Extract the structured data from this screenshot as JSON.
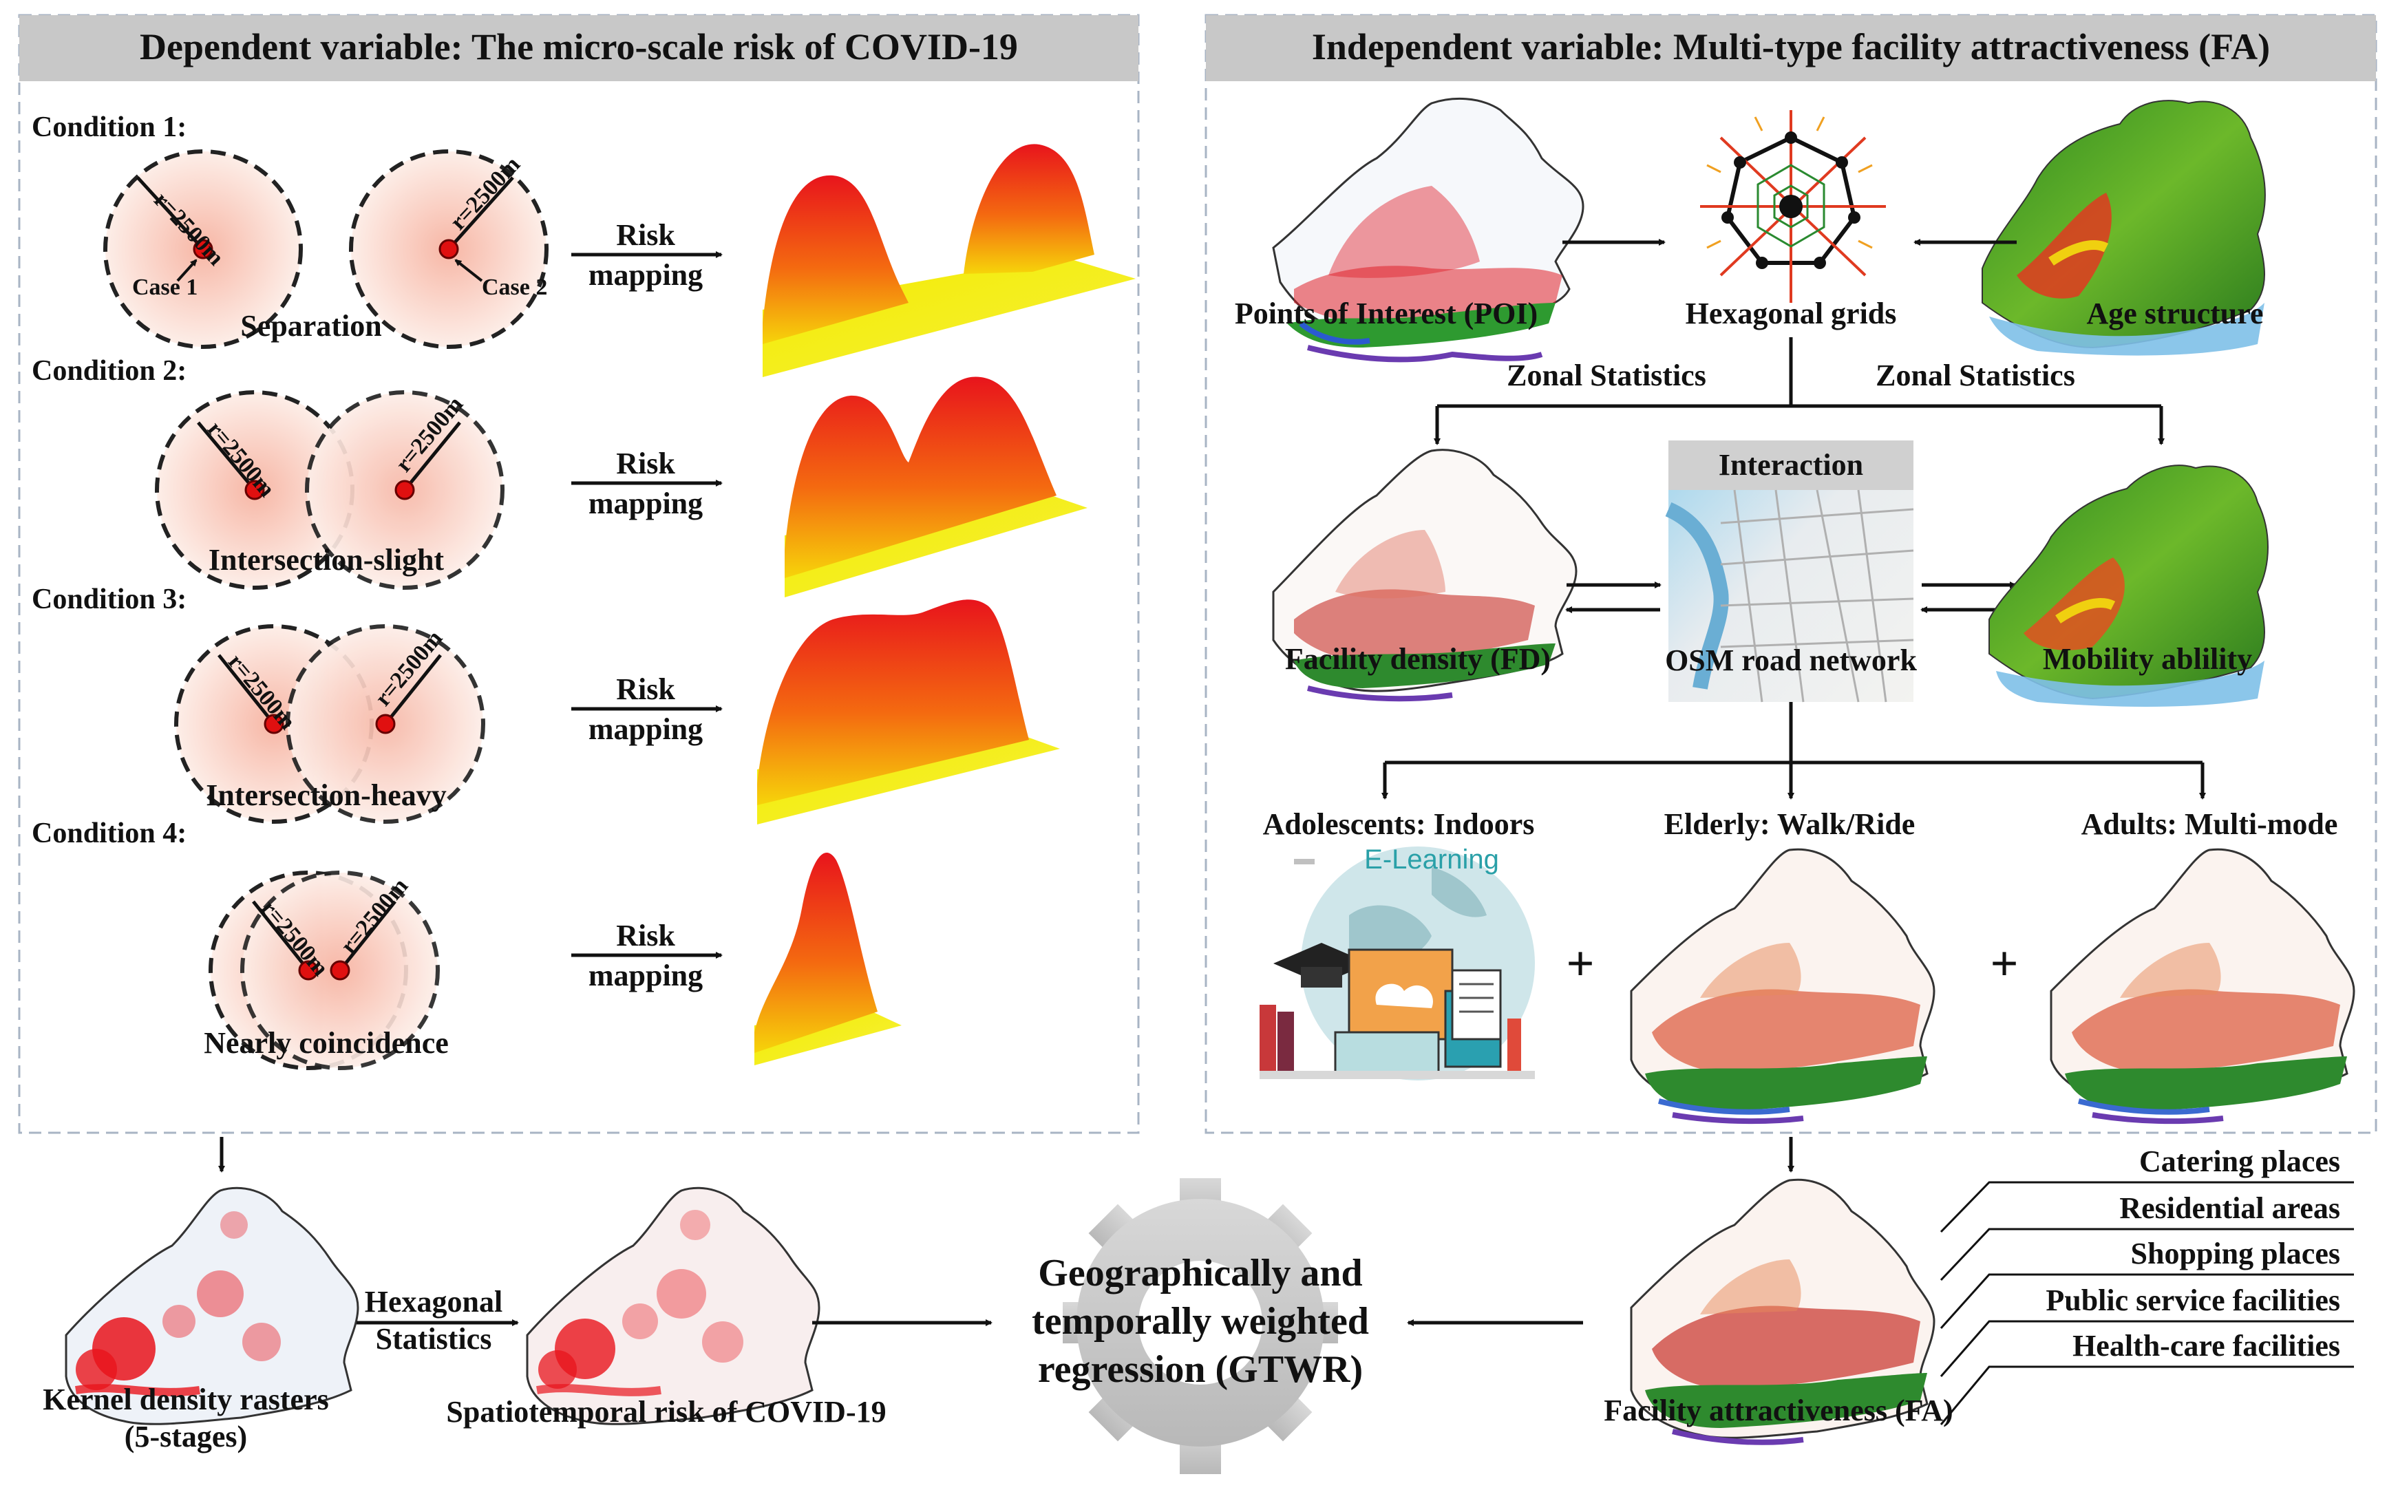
{
  "left_panel": {
    "header": "Dependent variable: The micro-scale risk of COVID-19",
    "conditions": [
      {
        "title": "Condition 1:",
        "caption": "Separation",
        "radius_label": "r=2500m",
        "case_labels": [
          "Case 1",
          "Case 2"
        ],
        "arrow_label": [
          "Risk",
          "mapping"
        ]
      },
      {
        "title": "Condition 2:",
        "caption": "Intersection-slight",
        "radius_label": "r=2500m",
        "arrow_label": [
          "Risk",
          "mapping"
        ]
      },
      {
        "title": "Condition 3:",
        "caption": "Intersection-heavy",
        "radius_label": "r=2500m",
        "arrow_label": [
          "Risk",
          "mapping"
        ]
      },
      {
        "title": "Condition 4:",
        "caption": "Nearly coincidence",
        "radius_label": "r=2500m",
        "arrow_label": [
          "Risk",
          "mapping"
        ]
      }
    ]
  },
  "right_panel": {
    "header": "Independent variable: Multi-type facility attractiveness (FA)",
    "poi_label": "Points of Interest (POI)",
    "hex_label": "Hexagonal grids",
    "age_label": "Age structure",
    "zonal_left": "Zonal Statistics",
    "zonal_right": "Zonal Statistics",
    "fd_label": "Facility density (FD)",
    "interaction_label": "Interaction",
    "osm_label": "OSM road network",
    "mobility_label": "Mobility ablility",
    "adolescents_label": "Adolescents: Indoors",
    "elderly_label": "Elderly: Walk/Ride",
    "adults_label": "Adults: Multi-mode",
    "elearning_label": "E-Learning",
    "plus": "+"
  },
  "bottom": {
    "kernel_label_1": "Kernel density rasters",
    "kernel_label_2": "(5-stages)",
    "hex_stats_1": "Hexagonal",
    "hex_stats_2": "Statistics",
    "spatiotemporal_label": "Spatiotemporal risk of COVID-19",
    "gtwr_1": "Geographically and",
    "gtwr_2": "temporally weighted",
    "gtwr_3": "regression (GTWR)",
    "fa_label": "Facility attractiveness (FA)",
    "facility_types": [
      "Catering places",
      "Residential areas",
      "Shopping places",
      "Public service facilities",
      "Health-care facilities"
    ]
  },
  "colors": {
    "header_bg": "#c8c8c8",
    "panel_border": "#a8b4c4",
    "risk_red": "#e8141c",
    "risk_yellow": "#f4f000",
    "map_green": "#2e8a2e"
  }
}
